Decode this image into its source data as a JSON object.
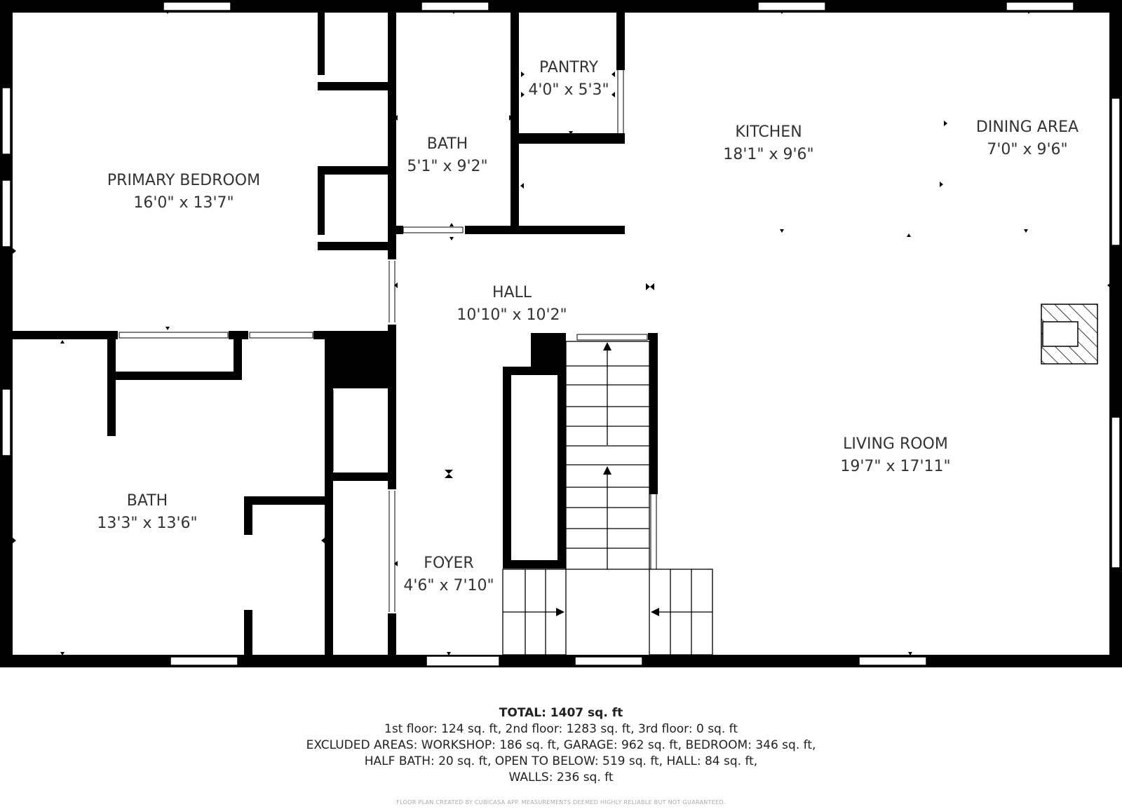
{
  "colors": {
    "wall": "#000000",
    "window": "#ffffff",
    "label": "#333333",
    "footnote": "#aaaaaa"
  },
  "rooms": {
    "primary_bedroom": {
      "name": "PRIMARY BEDROOM",
      "dims": "16'0\" x 13'7\""
    },
    "bath_upper": {
      "name": "BATH",
      "dims": "5'1\" x 9'2\""
    },
    "pantry": {
      "name": "PANTRY",
      "dims": "4'0\" x 5'3\""
    },
    "kitchen": {
      "name": "KITCHEN",
      "dims": "18'1\" x 9'6\""
    },
    "dining_area": {
      "name": "DINING AREA",
      "dims": "7'0\" x 9'6\""
    },
    "hall": {
      "name": "HALL",
      "dims": "10'10\" x 10'2\""
    },
    "living_room": {
      "name": "LIVING ROOM",
      "dims": "19'7\" x 17'11\""
    },
    "bath_lower": {
      "name": "BATH",
      "dims": "13'3\" x 13'6\""
    },
    "foyer": {
      "name": "FOYER",
      "dims": "4'6\" x 7'10\""
    }
  },
  "icons": {
    "fireplace": "fireplace-icon",
    "stairs": "stairs-icon"
  },
  "summary": {
    "total": "TOTAL: 1407 sq. ft",
    "line1": "1st floor: 124 sq. ft, 2nd floor: 1283 sq. ft, 3rd floor: 0 sq. ft",
    "line2": "EXCLUDED AREAS: WORKSHOP: 186 sq. ft, GARAGE: 962 sq. ft, BEDROOM: 346 sq. ft,",
    "line3": "HALF BATH: 20 sq. ft, OPEN TO BELOW: 519 sq. ft, HALL: 84 sq. ft,",
    "line4": "WALLS: 236 sq. ft"
  },
  "credit": "FLOOR PLAN CREATED BY CUBICASA APP. MEASUREMENTS DEEMED HIGHLY RELIABLE BUT NOT GUARANTEED."
}
